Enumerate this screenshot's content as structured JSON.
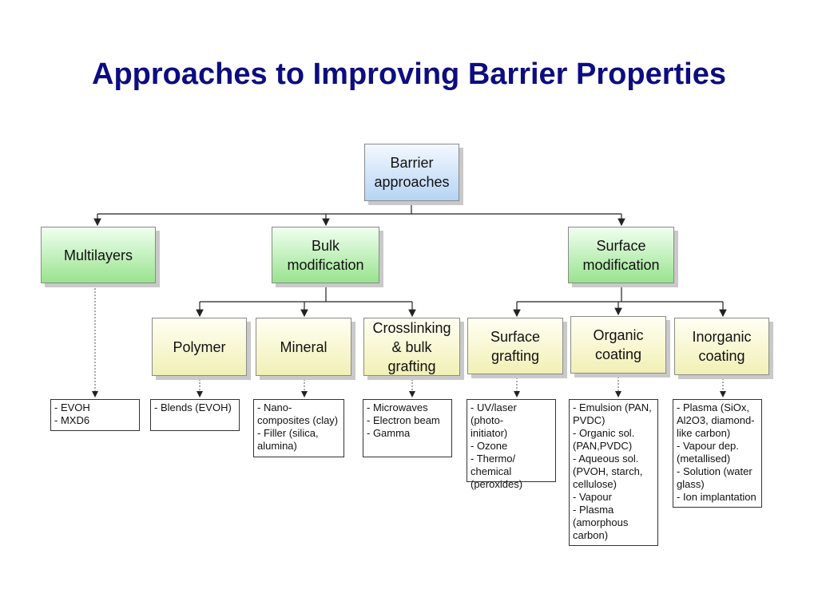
{
  "title": "Approaches to Improving Barrier Properties",
  "root": "Barrier\napproaches",
  "level1": {
    "multilayers": "Multilayers",
    "bulk": "Bulk\nmodification",
    "surface": "Surface\nmodification"
  },
  "level2": {
    "polymer": "Polymer",
    "mineral": "Mineral",
    "crosslinking": "Crosslinking\n& bulk\ngrafting",
    "surface_grafting": "Surface\ngrafting",
    "organic_coating": "Organic\ncoating",
    "inorganic_coating": "Inorganic\ncoating"
  },
  "lists": {
    "multilayers": "- EVOH\n- MXD6",
    "polymer": "- Blends (EVOH)",
    "mineral": "- Nano-\ncomposites (clay)\n- Filler (silica,\nalumina)",
    "crosslinking": "- Microwaves\n- Electron beam\n- Gamma",
    "surface_grafting": "- UV/laser (photo-\ninitiator)\n- Ozone\n- Thermo/\nchemical\n(peroxides)",
    "organic_coating": "- Emulsion (PAN,\nPVDC)\n- Organic sol.\n(PAN,PVDC)\n- Aqueous sol.\n(PVOH, starch,\ncellulose)\n- Vapour\n- Plasma\n(amorphous\ncarbon)",
    "inorganic_coating": "- Plasma (SiOx,\nAl2O3, diamond-\nlike carbon)\n- Vapour dep.\n(metallised)\n- Solution (water\nglass)\n- Ion implantation"
  }
}
